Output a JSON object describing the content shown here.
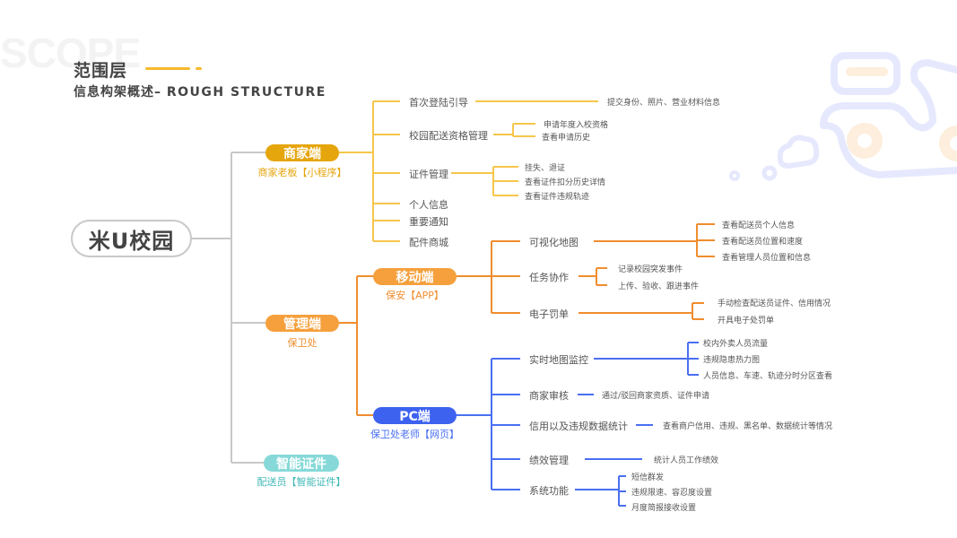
{
  "header": {
    "watermark": "SCOPE",
    "title": "范围层",
    "subtitle_cn": "信息构架概述–",
    "subtitle_en": "ROUGH STRUCTURE"
  },
  "colors": {
    "merchant": "#e5a50c",
    "merchant_line": "#f7c64b",
    "manage": "#f5a03c",
    "manage_line": "#f08d2e",
    "pc": "#3d62f0",
    "pc_line": "#4a6ff2",
    "cert": "#86d9d8",
    "cert_text": "#3fb8b6",
    "root_line": "#c8c8c8"
  },
  "root": {
    "label": "米U校园"
  },
  "merchant": {
    "label": "商家端",
    "sub": "商家老板【小程序】",
    "items": [
      {
        "label": "首次登陆引导",
        "children": [
          "提交身份、照片、营业材料信息"
        ]
      },
      {
        "label": "校园配送资格管理",
        "children": [
          "申请年度入校资格",
          "查看申请历史"
        ]
      },
      {
        "label": "证件管理",
        "children": [
          "挂失、退证",
          "查看证件扣分历史详情",
          "查看证件违规轨迹"
        ]
      },
      {
        "label": "个人信息",
        "children": []
      },
      {
        "label": "重要通知",
        "children": []
      },
      {
        "label": "配件商城",
        "children": []
      }
    ]
  },
  "manage": {
    "label": "管理端",
    "sub": "保卫处",
    "mobile": {
      "label": "移动端",
      "sub": "保安【APP】",
      "items": [
        {
          "label": "可视化地图",
          "children": [
            "查看配送员个人信息",
            "查看配送员位置和速度",
            "查看管理人员位置和信息"
          ]
        },
        {
          "label": "任务协作",
          "children": [
            "记录校园突发事件",
            "上传、验收、跟进事件"
          ]
        },
        {
          "label": "电子罚单",
          "children": [
            "手动检查配送员证件、信用情况",
            "开具电子处罚单"
          ]
        }
      ]
    },
    "pc": {
      "label": "PC端",
      "sub": "保卫处老师【网页】",
      "items": [
        {
          "label": "实时地图监控",
          "children": [
            "校内外卖人员流量",
            "违规隐患热力图",
            "人员信息、车速、轨迹分时分区查看"
          ]
        },
        {
          "label": "商家审核",
          "children": [
            "通过/驳回商家资质、证件申请"
          ]
        },
        {
          "label": "信用以及违规数据统计",
          "children": [
            "查看商户信用、违规、黑名单、数据统计等情况"
          ]
        },
        {
          "label": "绩效管理",
          "children": [
            "统计人员工作绩效"
          ]
        },
        {
          "label": "系统功能",
          "children": [
            "短信群发",
            "违规限速、容忍度设置",
            "月度简报接收设置"
          ]
        }
      ]
    }
  },
  "cert": {
    "label": "智能证件",
    "sub": "配送员【智能证件】"
  }
}
